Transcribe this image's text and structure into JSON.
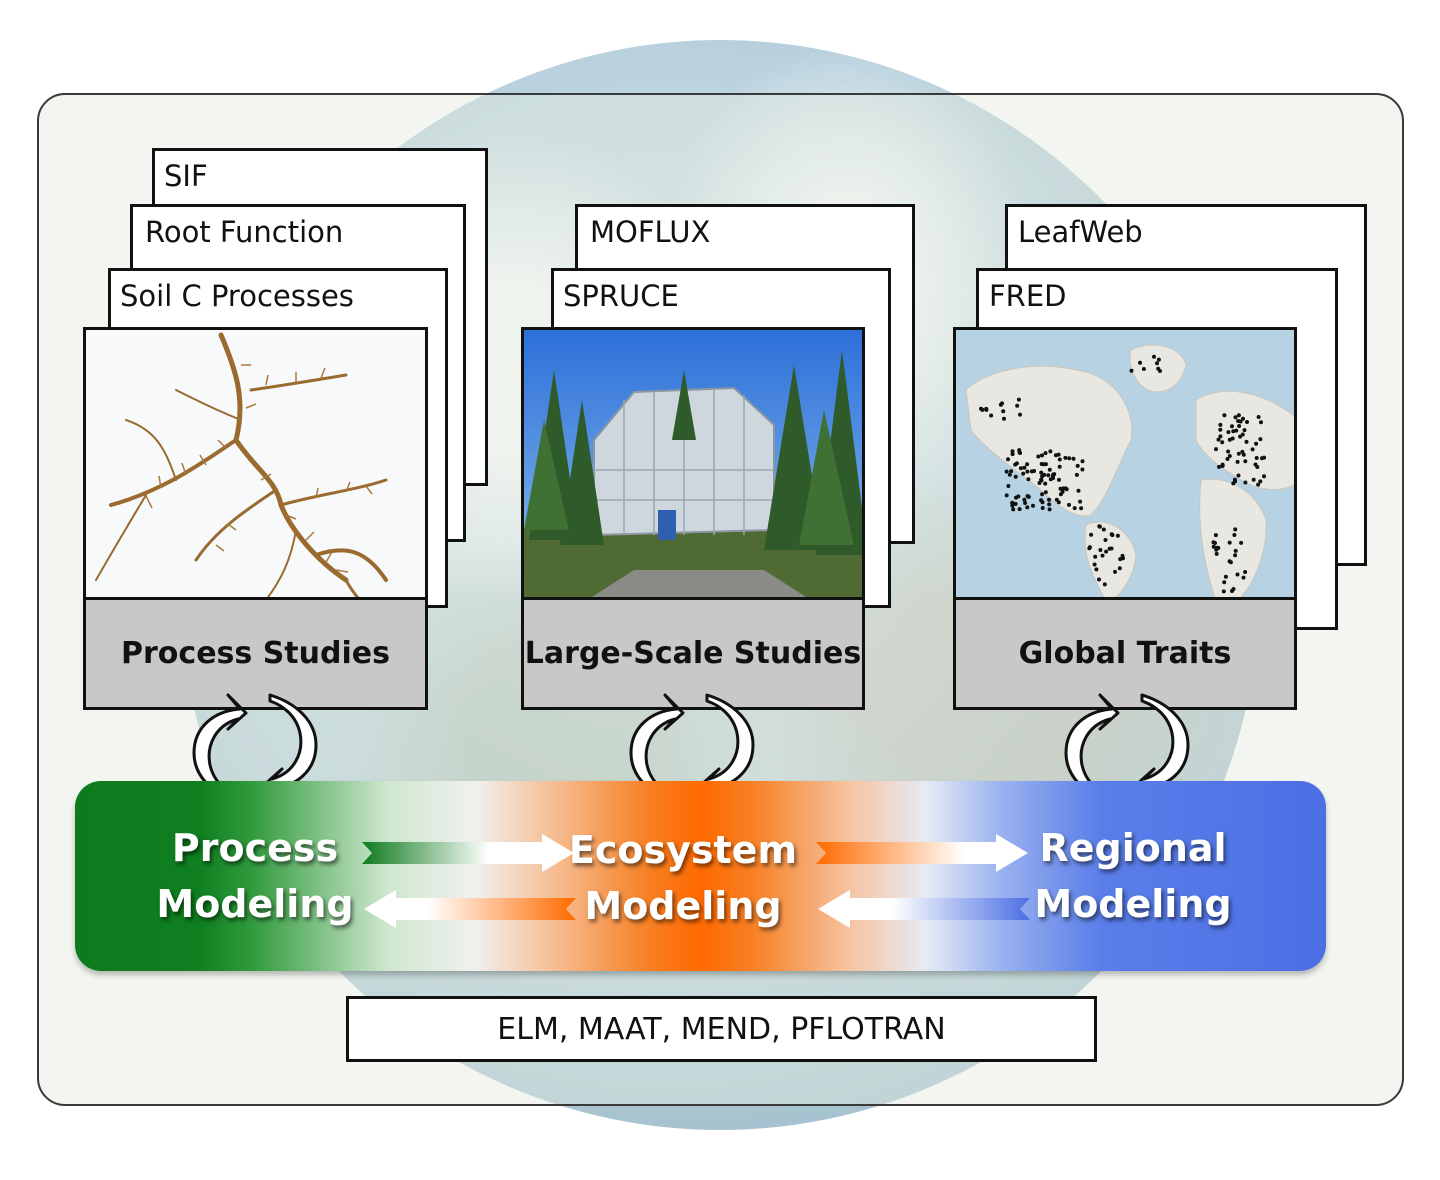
{
  "columns": [
    {
      "stack": [
        "SIF",
        "Root Function",
        "Soil C Processes"
      ],
      "caption": "Process Studies",
      "picture": "root-photo"
    },
    {
      "stack": [
        "MOFLUX",
        "SPRUCE"
      ],
      "caption": "Large-Scale Studies",
      "picture": "enclosure-photo"
    },
    {
      "stack": [
        "LeafWeb",
        "FRED"
      ],
      "caption": "Global Traits",
      "picture": "site-map"
    }
  ],
  "modeling": {
    "process": [
      "Process",
      "Modeling"
    ],
    "ecosystem": [
      "Ecosystem",
      "Modeling"
    ],
    "regional": [
      "Regional",
      "Modeling"
    ]
  },
  "models_list": "ELM, MAAT, MEND, PFLOTRAN",
  "colors": {
    "process": "#0e7a1e",
    "ecosystem": "#ff6a00",
    "regional": "#4b6fe4",
    "caption_bg": "#c8c8c8"
  },
  "icons": [
    "cycle-arrows-icon",
    "right-arrow-icon",
    "left-arrow-icon"
  ]
}
